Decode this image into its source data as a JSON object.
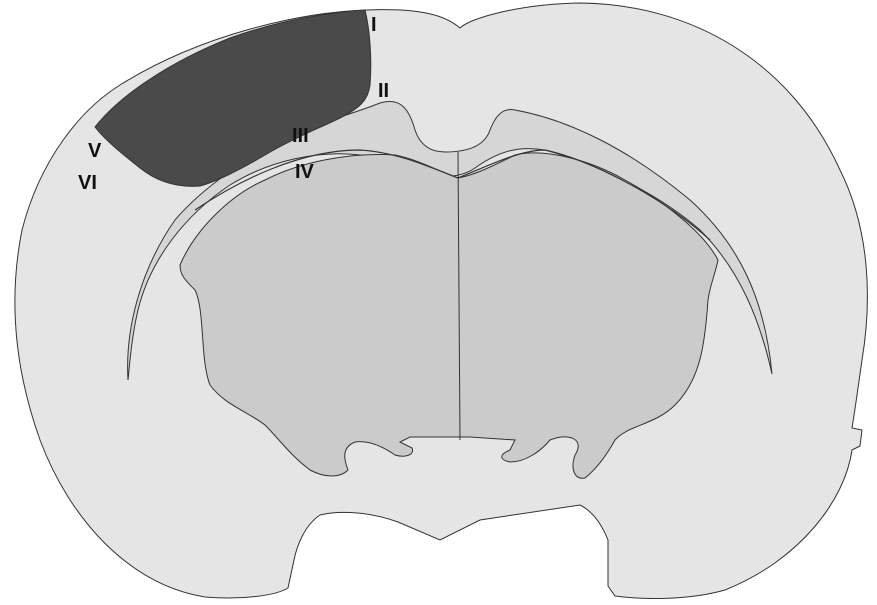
{
  "diagram": {
    "labels": {
      "layer_i": "I",
      "layer_ii": "II",
      "layer_iii": "III",
      "layer_iv": "IV",
      "layer_v": "V",
      "layer_vi": "VI"
    },
    "colors": {
      "background": "#ffffff",
      "brain_section_fill": "#e5e5e5",
      "callosal_band_fill": "#d6d6d6",
      "subcortical_fill": "#cbcbcb",
      "highlighted_region_fill": "#4a4a4a",
      "outline": "#333333",
      "label_text": "#111111"
    }
  }
}
